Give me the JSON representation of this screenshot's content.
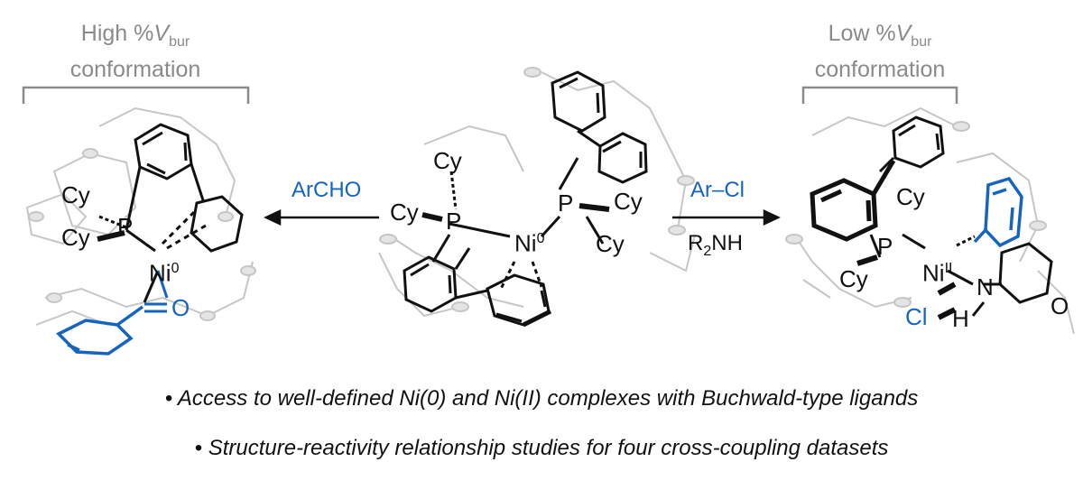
{
  "left_header": {
    "line1": "High %",
    "v": "V",
    "bur": "bur",
    "line2": "conformation"
  },
  "right_header": {
    "line1": "Low %",
    "v": "V",
    "bur": "bur",
    "line2": "conformation"
  },
  "left_complex": {
    "cy1": "Cy",
    "cy2": "Cy",
    "p": "P",
    "ni": "Ni",
    "ni_ox": "0",
    "o": "O"
  },
  "center_complex": {
    "cy1": "Cy",
    "cy2": "Cy",
    "cy3": "Cy",
    "cy4": "Cy",
    "p1": "P",
    "p2": "P",
    "ni": "Ni",
    "ni_ox": "0"
  },
  "right_complex": {
    "cy1": "Cy",
    "cy2": "Cy",
    "p": "P",
    "ni": "Ni",
    "ni_ox": "II",
    "cl": "Cl",
    "n": "N",
    "h": "H",
    "o": "O"
  },
  "left_arrow": {
    "reagent": "ArCHO"
  },
  "right_arrow": {
    "reagent": "Ar–Cl",
    "reagent2_main": "R",
    "reagent2_sub": "2",
    "reagent2_end": "NH"
  },
  "bullets": [
    "• Access to well-defined Ni(0) and Ni(II) complexes with Buchwald-type ligands",
    "• Structure-reactivity relationship studies for four cross-coupling datasets"
  ],
  "colors": {
    "blue": "#1565c0",
    "gray": "#8a8a8a",
    "ortep": "#c8c8c8"
  }
}
